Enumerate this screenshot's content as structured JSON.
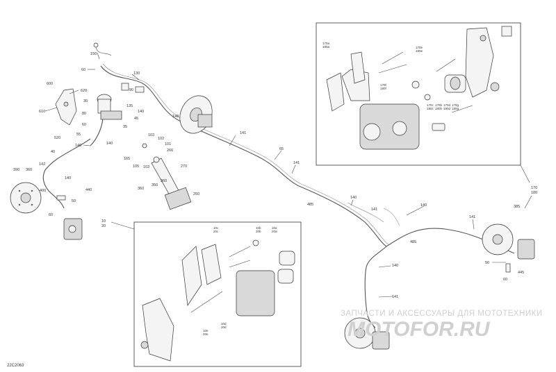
{
  "diagram_code": "22C2063",
  "watermark": {
    "line1": "ЗАПЧАСТИ И АКСЕССУАРЫ ДЛЯ МОТОТЕХНИКИ",
    "line2": "MOTOFOR.RU"
  },
  "callouts": {
    "c150": "150",
    "c60a": "60",
    "c130": "130",
    "c90": "90",
    "c30": "30",
    "c135": "135",
    "c80": "80",
    "c600": "600",
    "c620": "620",
    "c610": "610",
    "c520": "520",
    "c140a": "140",
    "c55": "55",
    "c60b": "60",
    "c140b": "140",
    "c45": "45",
    "c35": "35",
    "c103": "103",
    "c102": "102",
    "c101": "101",
    "c165": "165",
    "c105": "105",
    "c103b": "103",
    "c266": "266",
    "c270": "270",
    "c360a": "360",
    "c350": "350",
    "c360b": "360",
    "c250": "250",
    "c40": "40",
    "c142": "142",
    "c390": "390",
    "c360c": "360",
    "c140c": "140",
    "c400": "400",
    "c440": "440",
    "c50a": "50",
    "c60c": "60",
    "c10": "10",
    "c20": "20",
    "c141a": "141",
    "c65": "65",
    "c141b": "141",
    "c485a": "485",
    "c140d": "140",
    "c141c": "141",
    "c140e": "140",
    "c485b": "485",
    "c141d": "141",
    "c140f": "140",
    "c141e": "141",
    "c385": "385",
    "c170": "170",
    "c180": "180",
    "c50b": "50",
    "c60d": "60",
    "c445": "445",
    "c140g": "140",
    "c148": "148"
  },
  "inset_top": {
    "l1": "170a",
    "l1b": "180a",
    "l2": "170e",
    "l2b": "180e",
    "l3": "170f",
    "l3b": "180f",
    "l4": "170c",
    "l4b": "180c",
    "l5": "170b",
    "l5b": "180b",
    "l6": "170d",
    "l6b": "180d",
    "l7": "170g",
    "l7b": "180g"
  },
  "inset_bottom": {
    "l1": "10c",
    "l1b": "20c",
    "l2": "10b",
    "l2b": "20b",
    "l3": "10a",
    "l3b": "20a",
    "l4": "10e",
    "l4b": "20e",
    "l5": "10d",
    "l5b": "20d"
  }
}
